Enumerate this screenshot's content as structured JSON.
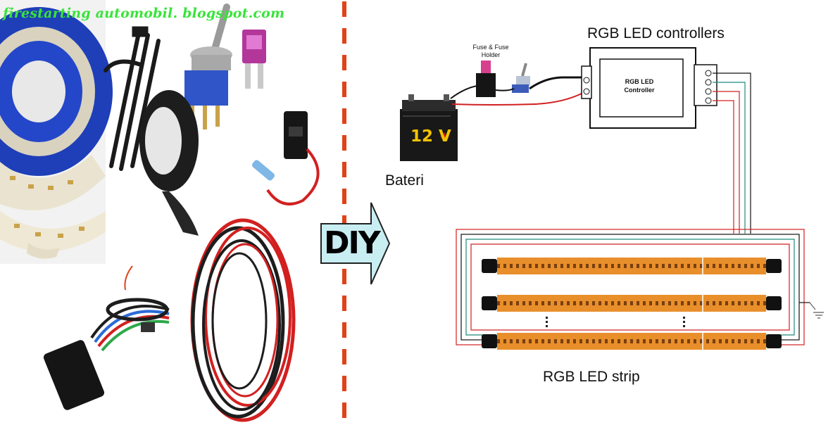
{
  "watermark": "firestarting automobil. blogspot.com",
  "arrow_label": "DIY",
  "labels": {
    "controllers": "RGB LED controllers",
    "fuse_holder": "Fuse & Fuse Holder",
    "controller_inner_line1": "RGB LED",
    "controller_inner_line2": "Controller",
    "battery": "Bateri",
    "battery_voltage": "12 V",
    "led_strip": "RGB LED strip"
  },
  "colors": {
    "wire_red": "#d22020",
    "wire_black": "#111111",
    "wire_green": "#1f8a7a",
    "divider_red": "#e0431a",
    "arrow_fill": "#c8eef2",
    "led_strip_orange": "#e88f2b",
    "watermark_green": "#39e43a"
  },
  "icons": [
    "led-strip-reel-icon",
    "cable-tie-icon",
    "toggle-switch-icon",
    "blade-fuse-icon",
    "electrical-tape-icon",
    "fuse-holder-icon",
    "rgb-controller-box-icon",
    "red-black-wire-icon",
    "car-battery-icon",
    "ground-symbol-icon"
  ]
}
